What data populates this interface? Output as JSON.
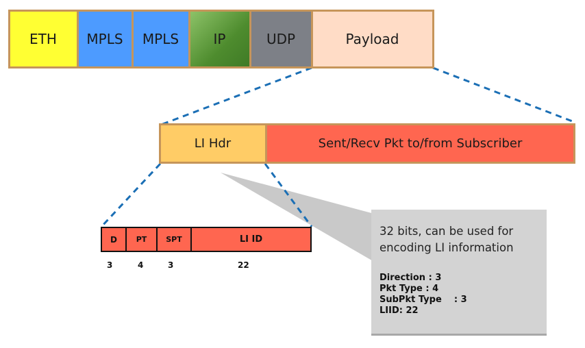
{
  "packet": {
    "eth": "ETH",
    "mpls1": "MPLS",
    "mpls2": "MPLS",
    "ip": "IP",
    "udp": "UDP",
    "payload": "Payload"
  },
  "payload_detail": {
    "li_hdr": "LI Hdr",
    "sent_recv": "Sent/Recv Pkt  to/from Subscriber"
  },
  "li_header": {
    "fields": [
      {
        "label": "D",
        "bits": "3"
      },
      {
        "label": "PT",
        "bits": "4"
      },
      {
        "label": "SPT",
        "bits": "3"
      },
      {
        "label": "LI ID",
        "bits": "22"
      }
    ]
  },
  "callout": {
    "line1": "32 bits, can be used for",
    "line2": "encoding LI information",
    "details": [
      {
        "name": "Direction",
        "sep": " : ",
        "value": "3"
      },
      {
        "name": "Pkt Type",
        "sep": " : ",
        "value": "4"
      },
      {
        "name": "SubPkt Type",
        "sep": "    : ",
        "value": "3"
      },
      {
        "name": "LIID",
        "sep": ": ",
        "value": "22"
      }
    ]
  },
  "colors": {
    "eth": "#ffff33",
    "mpls": "#4d9bff",
    "ip": "#5a9a3a",
    "udp": "#7d8087",
    "payload": "#ffdcc6",
    "li_hdr": "#ffcc66",
    "sent_recv": "#ff6650",
    "field": "#ff6650",
    "border": "#c6955a",
    "dash": "#1b6fb5",
    "callout": "#d3d3d3"
  }
}
